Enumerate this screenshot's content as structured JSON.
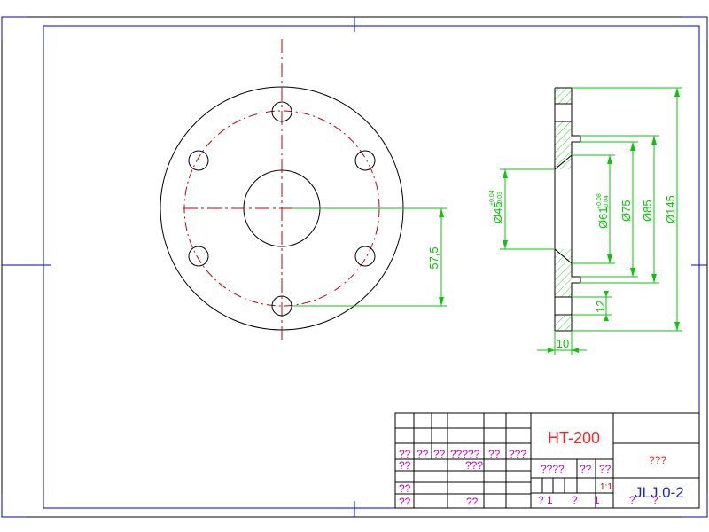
{
  "colors": {
    "outline": "#000000",
    "frame": "#0000cc",
    "centerline": "#cc0000",
    "dimension": "#00cc00",
    "titleblock_text": "#cc00cc",
    "material_text": "#ff2222",
    "drawing_number_text": "#2222cc"
  },
  "dimensions": {
    "bolt_offset": "57,5",
    "bore_dia": "Ø45",
    "bore_tol_upper": "+0.04",
    "bore_tol_lower": "-0.03",
    "recess_dia": "Ø61",
    "recess_tol_upper": "+0.08",
    "recess_tol_lower": "-0.04",
    "hub_dia": "Ø75",
    "boss_dia": "Ø85",
    "outer_dia": "Ø145",
    "thickness": "10",
    "hole_size": "12"
  },
  "title_block": {
    "material": "HT-200",
    "title": "???",
    "drawing_number": "JLJ.0-2",
    "row_a": [
      "??",
      "??",
      "??",
      "?????",
      "??",
      "???"
    ],
    "row_b_left": "??",
    "row_b_mid": "???",
    "row_b_right": [
      "????",
      "??",
      "??"
    ],
    "scale": "1:1",
    "row_c_left": "??",
    "row_d_left": "??",
    "row_d_mid": "??",
    "sheet_cells": [
      "? 1",
      "?",
      "1"
    ],
    "sheet_right": [
      "?",
      "?"
    ]
  }
}
